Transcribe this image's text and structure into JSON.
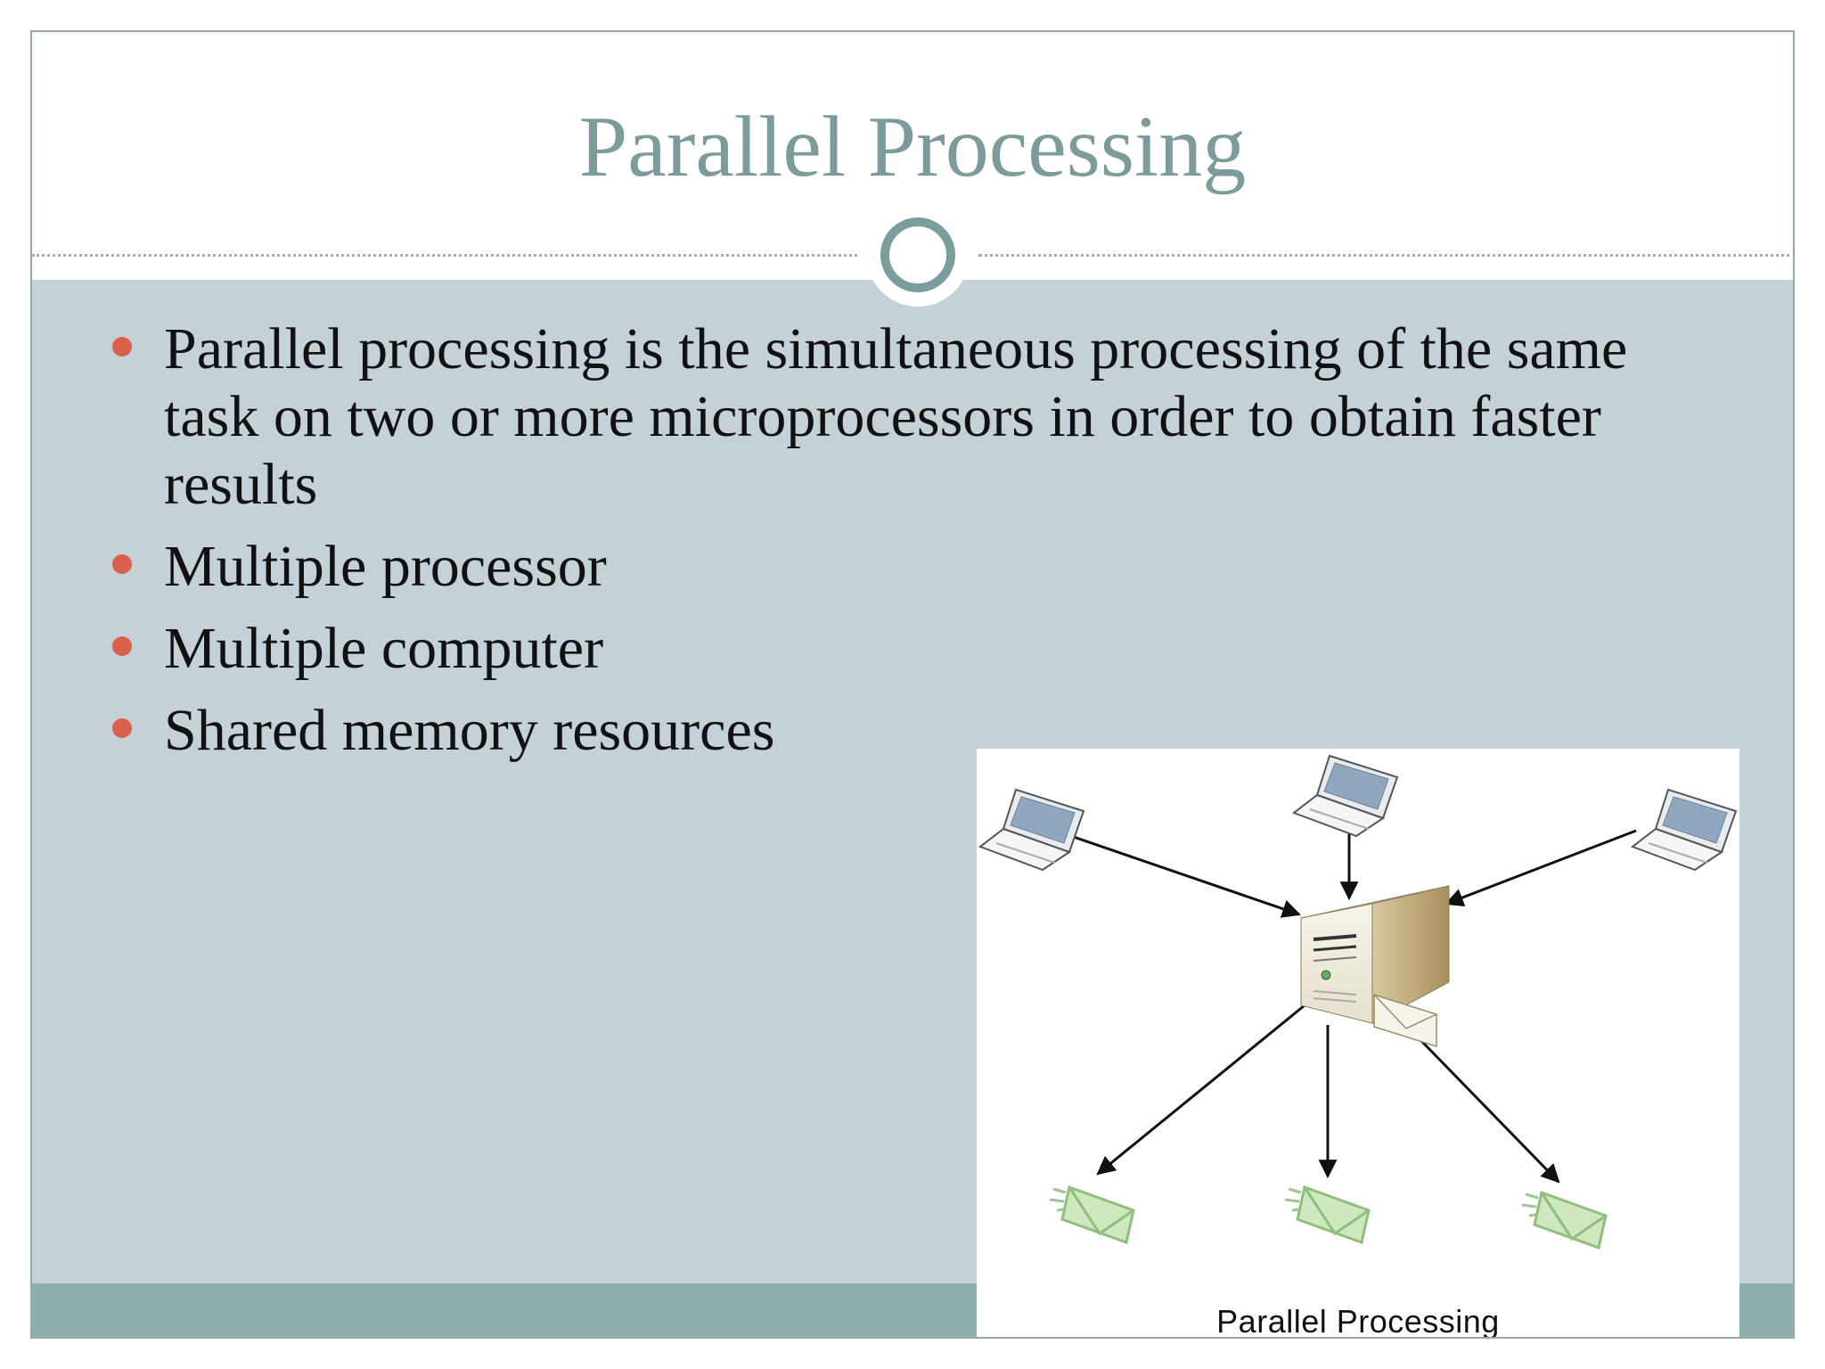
{
  "slide": {
    "title": "Parallel Processing",
    "bullets": [
      "Parallel processing is the simultaneous processing of the same task on two or more microprocessors in order to obtain faster results",
      "Multiple processor",
      "Multiple computer",
      "Shared memory resources"
    ]
  },
  "diagram": {
    "caption": "Parallel Processing",
    "icons": {
      "inputs": "laptop-icon",
      "center": "server-icon",
      "outputs": "envelope-icon"
    }
  },
  "colors": {
    "title": "#7c9b9b",
    "body_background": "#c4d1d7",
    "bottom_band": "#8faeae",
    "bullet_dot": "#d9614b",
    "ring": "#7a9d9d"
  }
}
